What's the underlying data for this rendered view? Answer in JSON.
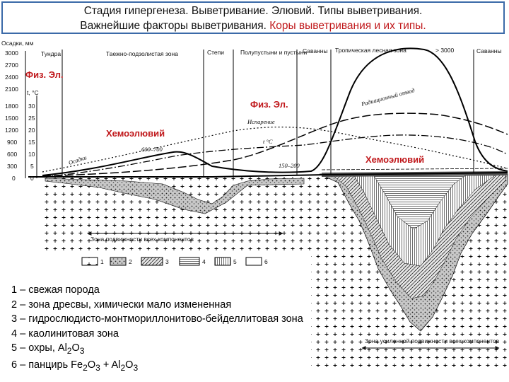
{
  "title": {
    "line1": "Стадия гипергенеза. Выветривание. Элювий. Типы выветривания.",
    "line2_black": "Важнейшие факторы выветривания.",
    "line2_red": "Коры выветривания и их типы."
  },
  "axis": {
    "precip_label": "Осадки, мм",
    "precip_ticks": [
      "3000",
      "2700",
      "2400",
      "2100",
      "1800",
      "1500",
      "1200",
      "900",
      "600",
      "300",
      "0"
    ],
    "temp_label": "t, °C",
    "temp_ticks": [
      "30",
      "25",
      "20",
      "15",
      "10",
      "5",
      "0"
    ]
  },
  "zones": [
    "Тундра",
    "Таежно-подзолистая зона",
    "Степи",
    "Полупустыни и пустыни",
    "Саванны",
    "Тропическая лесная зона",
    "> 3000",
    "Саванны"
  ],
  "curve_labels": {
    "precip": "Осадки",
    "evaporation": "Испарение",
    "temperature": "t °C",
    "radiation": "Радиационный  отвод",
    "v1": "600–700",
    "v2": "150–200"
  },
  "annotations": {
    "phys_left": "Физ. Эл.",
    "phys_right": "Физ. Эл.",
    "chem_left": "Хемоэлювий",
    "chem_right": "Хемоэлювий"
  },
  "arrows": {
    "left": "Зона подвижности всех компонентов",
    "right": "Зона усиленной подвижности всех компонентов"
  },
  "legend_boxes": [
    "1",
    "2",
    "3",
    "4",
    "5",
    "6"
  ],
  "legend": [
    {
      "num": "1",
      "text": "– свежая порода"
    },
    {
      "num": "2",
      "text": "– зона дресвы, химически мало измененная"
    },
    {
      "num": "3",
      "text": "– гидрослюдисто-монтмориллонитово-бейделлитовая зона"
    },
    {
      "num": "4",
      "text": "– каолинитовая зона"
    },
    {
      "num": "5",
      "text": "– охры, Al",
      "sub1": "2",
      "mid": "O",
      "sub2": "3",
      "tail": ""
    },
    {
      "num": "6",
      "text": "– панцирь Fe",
      "sub1": "2",
      "mid": "O",
      "sub2": "3",
      "tail": " + Al",
      "sub3": "2",
      "mid2": "O",
      "sub4": "3"
    }
  ]
}
